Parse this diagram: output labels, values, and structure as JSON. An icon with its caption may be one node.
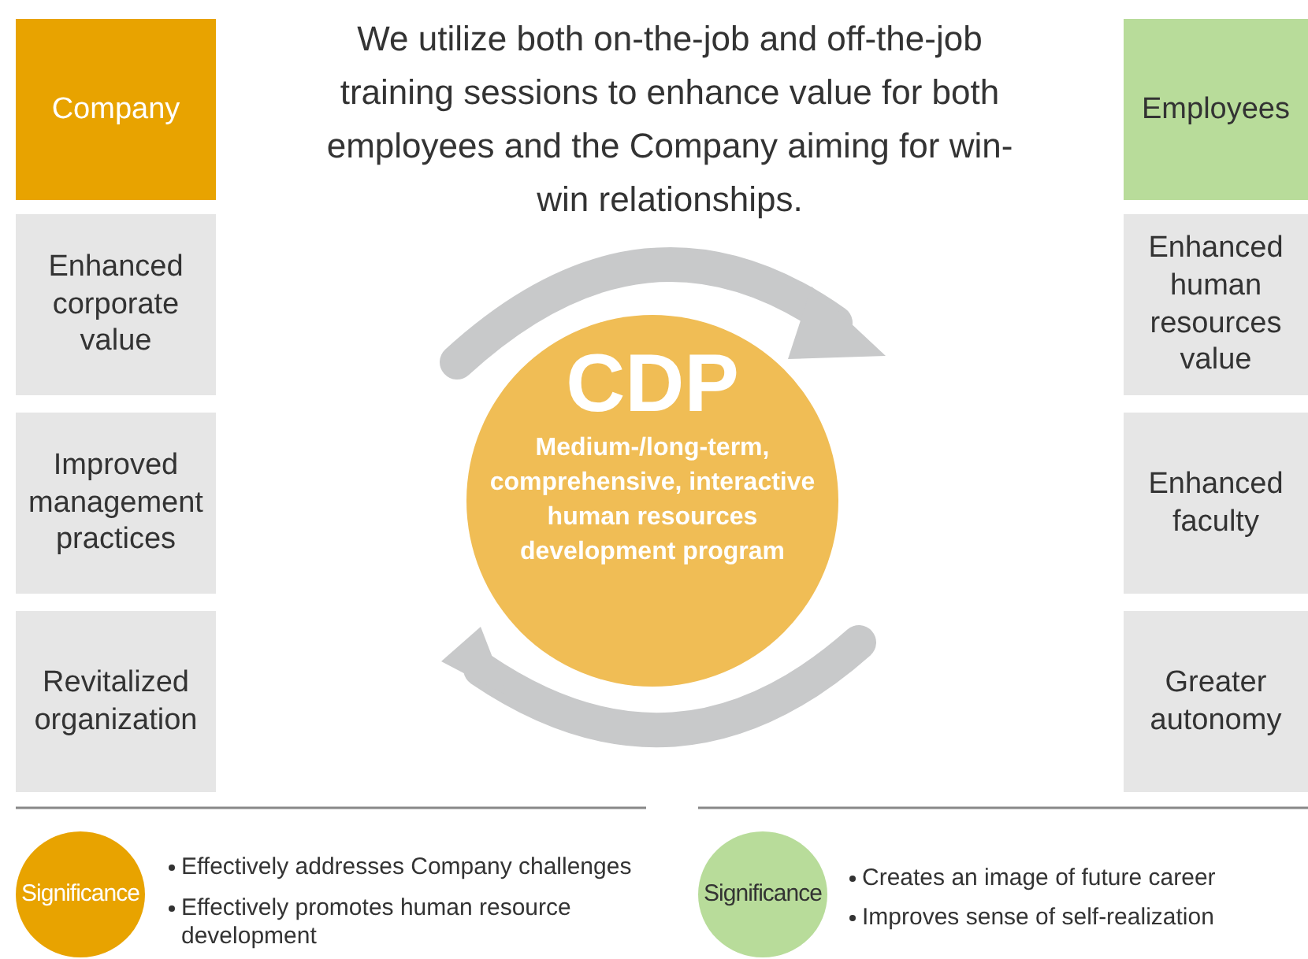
{
  "diagram": {
    "title": "We utilize both on-the-job and off-the-job training sessions to enhance value for both employees and the Company aiming for win-win relationships.",
    "nodes": [
      {
        "text": [
          "Company"
        ]
      },
      {
        "text": [
          "Enhanced corporate value"
        ]
      },
      {
        "text": [
          "Improved management practices"
        ]
      },
      {
        "text": [
          "Revitalized organization"
        ]
      },
      {
        "text": [
          "Employees"
        ]
      },
      {
        "text": [
          "Enhanced human resources value"
        ]
      },
      {
        "text": [
          "Enhanced faculty"
        ]
      },
      {
        "text": [
          "Greater autonomy"
        ]
      },
      {
        "text": [
          "CDP",
          "Medium-/long-term, comprehensive, interactive human resources development program"
        ]
      },
      {
        "text": [
          "Significance"
        ]
      },
      {
        "text": [
          "Significance"
        ]
      }
    ],
    "labels": [
      "Effectively addresses Company challenges",
      "Effectively promotes human resource development",
      "Creates an image of future career",
      "Improves sense of self-realization"
    ]
  }
}
